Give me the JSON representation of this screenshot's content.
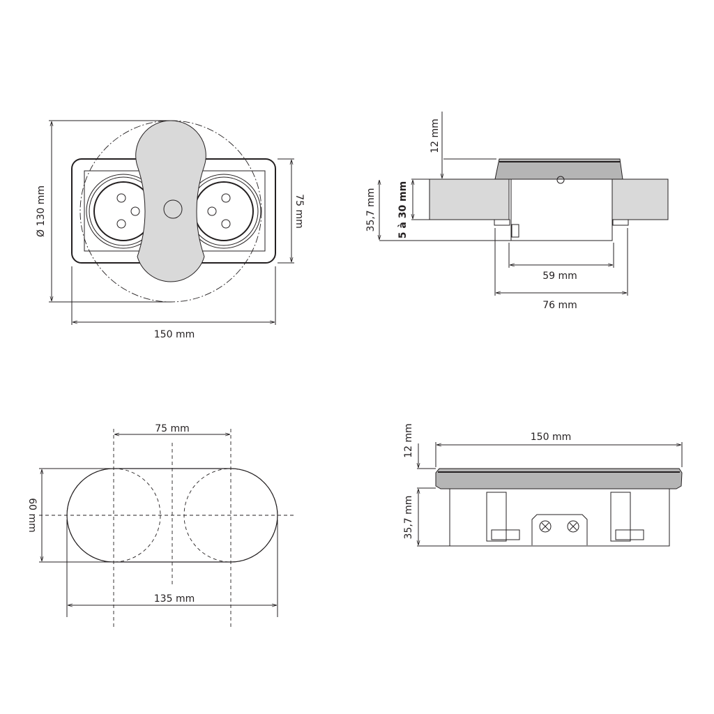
{
  "top_view": {
    "diameter_label": "Ø 130 mm",
    "width_label": "150 mm",
    "height_label": "75 mm"
  },
  "section_view": {
    "cap_label": "12 mm",
    "depth_label": "35,7 mm",
    "wall_label": "5 à 30 mm",
    "inner_width_label": "59 mm",
    "outer_width_label": "76 mm"
  },
  "cutout_view": {
    "spacing_label": "75 mm",
    "height_label": "60 mm",
    "width_label": "135 mm"
  },
  "side_view": {
    "width_label": "150 mm",
    "cap_label": "12 mm",
    "depth_label": "35,7 mm"
  },
  "colors": {
    "fill": "#d9d9d9",
    "line": "#231f20"
  }
}
